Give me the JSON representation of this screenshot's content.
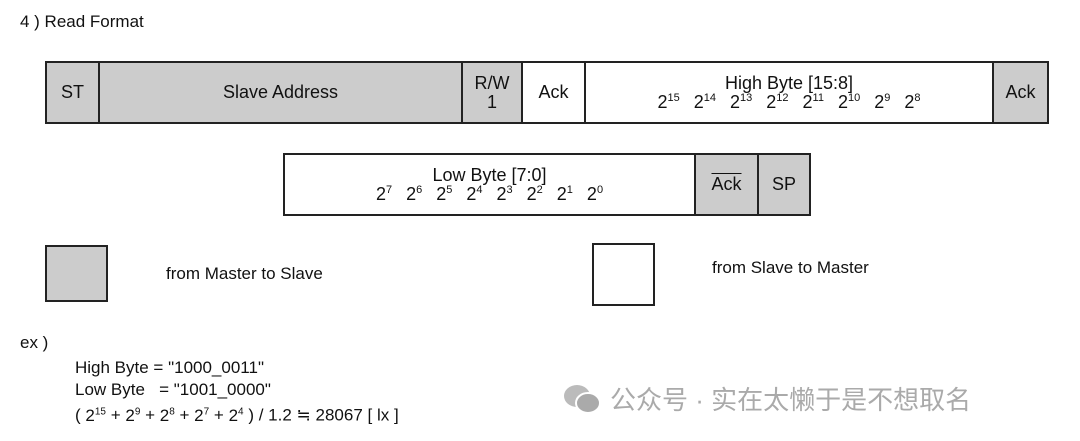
{
  "title": "4 ) Read Format",
  "row1": {
    "st": "ST",
    "slave_address": "Slave Address",
    "rw": "R/W",
    "rw_value": "1",
    "ack1": "Ack",
    "high_byte": "High Byte [15:8]",
    "high_bits": [
      "15",
      "14",
      "13",
      "12",
      "11",
      "10",
      "9",
      "8"
    ],
    "ack2": "Ack"
  },
  "row2": {
    "low_byte": "Low Byte [7:0]",
    "low_bits": [
      "7",
      "6",
      "5",
      "4",
      "3",
      "2",
      "1",
      "0"
    ],
    "nack": "Ack",
    "sp": "SP"
  },
  "legend": {
    "master": "from Master to Slave",
    "slave": "from Slave to Master"
  },
  "example": {
    "label": "ex )",
    "high": "High Byte = \"1000_0011\"",
    "low": "Low Byte   = \"1001_0000\"",
    "formula_tail": ") / 1.2  ≒  28067 [ lx ]",
    "formula_bits": [
      "15",
      "9",
      "8",
      "7",
      "4"
    ]
  },
  "watermark": "公众号 · 实在太懒于是不想取名",
  "colors": {
    "master_fill": "#cccccc",
    "slave_fill": "#ffffff"
  }
}
